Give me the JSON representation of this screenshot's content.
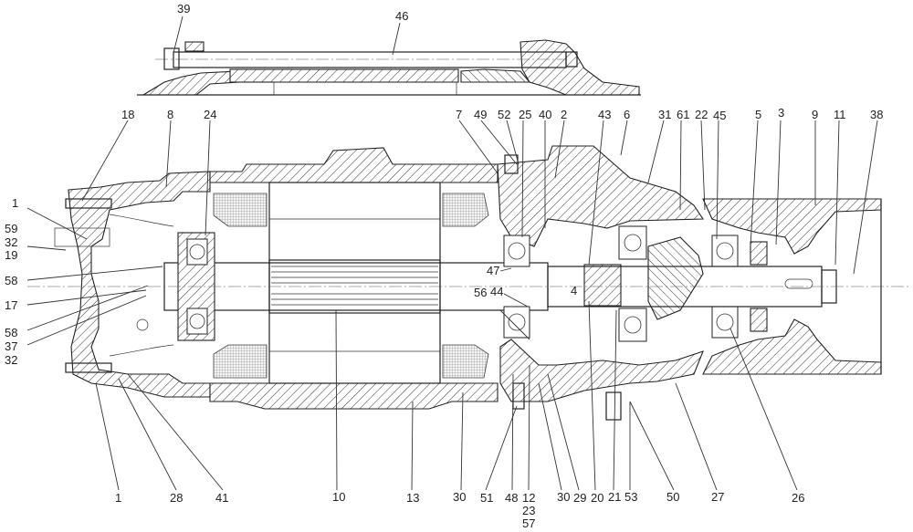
{
  "figure": {
    "type": "Sectional assembly drawing",
    "subject": "Electric motor with gear reducer and pulley (longitudinal section)",
    "detail_view_label": "Top: tie-rod detail"
  },
  "detail_labels": [
    {
      "id": "39",
      "text": "39"
    },
    {
      "id": "46",
      "text": "46"
    }
  ],
  "top_labels": [
    {
      "id": "18",
      "text": "18"
    },
    {
      "id": "8",
      "text": "8"
    },
    {
      "id": "24",
      "text": "24"
    },
    {
      "id": "7",
      "text": "7"
    },
    {
      "id": "49",
      "text": "49"
    },
    {
      "id": "52",
      "text": "52"
    },
    {
      "id": "25",
      "text": "25"
    },
    {
      "id": "40",
      "text": "40"
    },
    {
      "id": "2",
      "text": "2"
    },
    {
      "id": "43",
      "text": "43"
    },
    {
      "id": "6",
      "text": "6"
    },
    {
      "id": "31",
      "text": "31"
    },
    {
      "id": "61",
      "text": "61"
    },
    {
      "id": "22",
      "text": "22"
    },
    {
      "id": "45",
      "text": "45"
    },
    {
      "id": "5",
      "text": "5"
    },
    {
      "id": "3",
      "text": "3"
    },
    {
      "id": "9",
      "text": "9"
    },
    {
      "id": "11",
      "text": "11"
    },
    {
      "id": "38",
      "text": "38"
    }
  ],
  "left_labels": [
    {
      "id": "1a",
      "text": "1"
    },
    {
      "id": "59",
      "text": "59"
    },
    {
      "id": "32a",
      "text": "32"
    },
    {
      "id": "19",
      "text": "19"
    },
    {
      "id": "58a",
      "text": "58"
    },
    {
      "id": "17",
      "text": "17"
    },
    {
      "id": "58b",
      "text": "58"
    },
    {
      "id": "37",
      "text": "37"
    },
    {
      "id": "32b",
      "text": "32"
    }
  ],
  "inner_labels": [
    {
      "id": "47",
      "text": "47"
    },
    {
      "id": "56",
      "text": "56"
    },
    {
      "id": "44",
      "text": "44"
    },
    {
      "id": "4",
      "text": "4"
    }
  ],
  "bottom_labels": [
    {
      "id": "1b",
      "text": "1"
    },
    {
      "id": "28",
      "text": "28"
    },
    {
      "id": "41",
      "text": "41"
    },
    {
      "id": "10",
      "text": "10"
    },
    {
      "id": "13",
      "text": "13"
    },
    {
      "id": "30a",
      "text": "30"
    },
    {
      "id": "51",
      "text": "51"
    },
    {
      "id": "48",
      "text": "48"
    },
    {
      "id": "12",
      "text": "12"
    },
    {
      "id": "23",
      "text": "23"
    },
    {
      "id": "57",
      "text": "57"
    },
    {
      "id": "30b",
      "text": "30"
    },
    {
      "id": "29",
      "text": "29"
    },
    {
      "id": "20",
      "text": "20"
    },
    {
      "id": "21",
      "text": "21"
    },
    {
      "id": "53",
      "text": "53"
    },
    {
      "id": "50",
      "text": "50"
    },
    {
      "id": "27",
      "text": "27"
    },
    {
      "id": "26",
      "text": "26"
    }
  ]
}
